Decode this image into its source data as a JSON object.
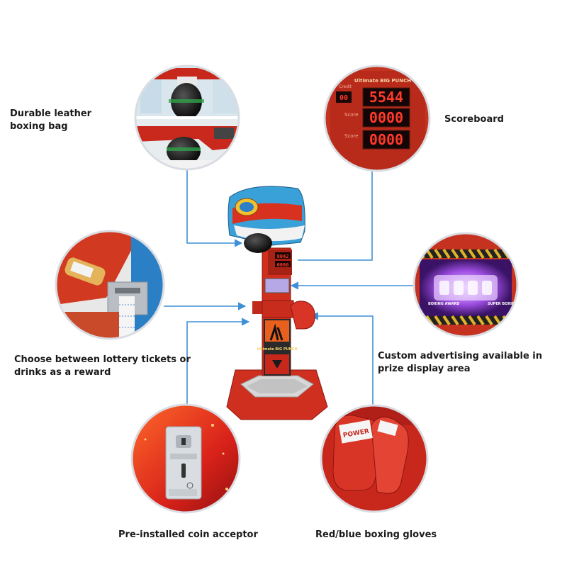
{
  "labels": {
    "bag": "Durable leather boxing bag",
    "scoreboard": "Scoreboard",
    "tickets": "Choose between lottery tickets or drinks as a reward",
    "advertising": "Custom advertising available in prize display area",
    "coin": "Pre-installed coin acceptor",
    "gloves": "Red/blue boxing gloves"
  },
  "scoreboard": {
    "brand": "Ultimate BIG PUNCH",
    "credit_label": "Credit",
    "credit": "00",
    "score_label": "Score",
    "reading_1": "5544",
    "reading_2": "0000",
    "reading_3": "0000"
  },
  "machine": {
    "panel_brand": "Ultimate BIG PUNCH",
    "mini_display_1": "8042",
    "mini_display_2": "0000"
  },
  "ad_display": {
    "left_text": "BOXING AWARD",
    "right_text": "SUPER BOXING GAME"
  },
  "gloves": {
    "brand": "POWER"
  },
  "colors": {
    "connector": "#3d8fd6",
    "circle_border": "#d9dde3",
    "machine_red": "#d8311f",
    "machine_blue": "#3aa0d8",
    "led_red": "#ff3a2a"
  }
}
